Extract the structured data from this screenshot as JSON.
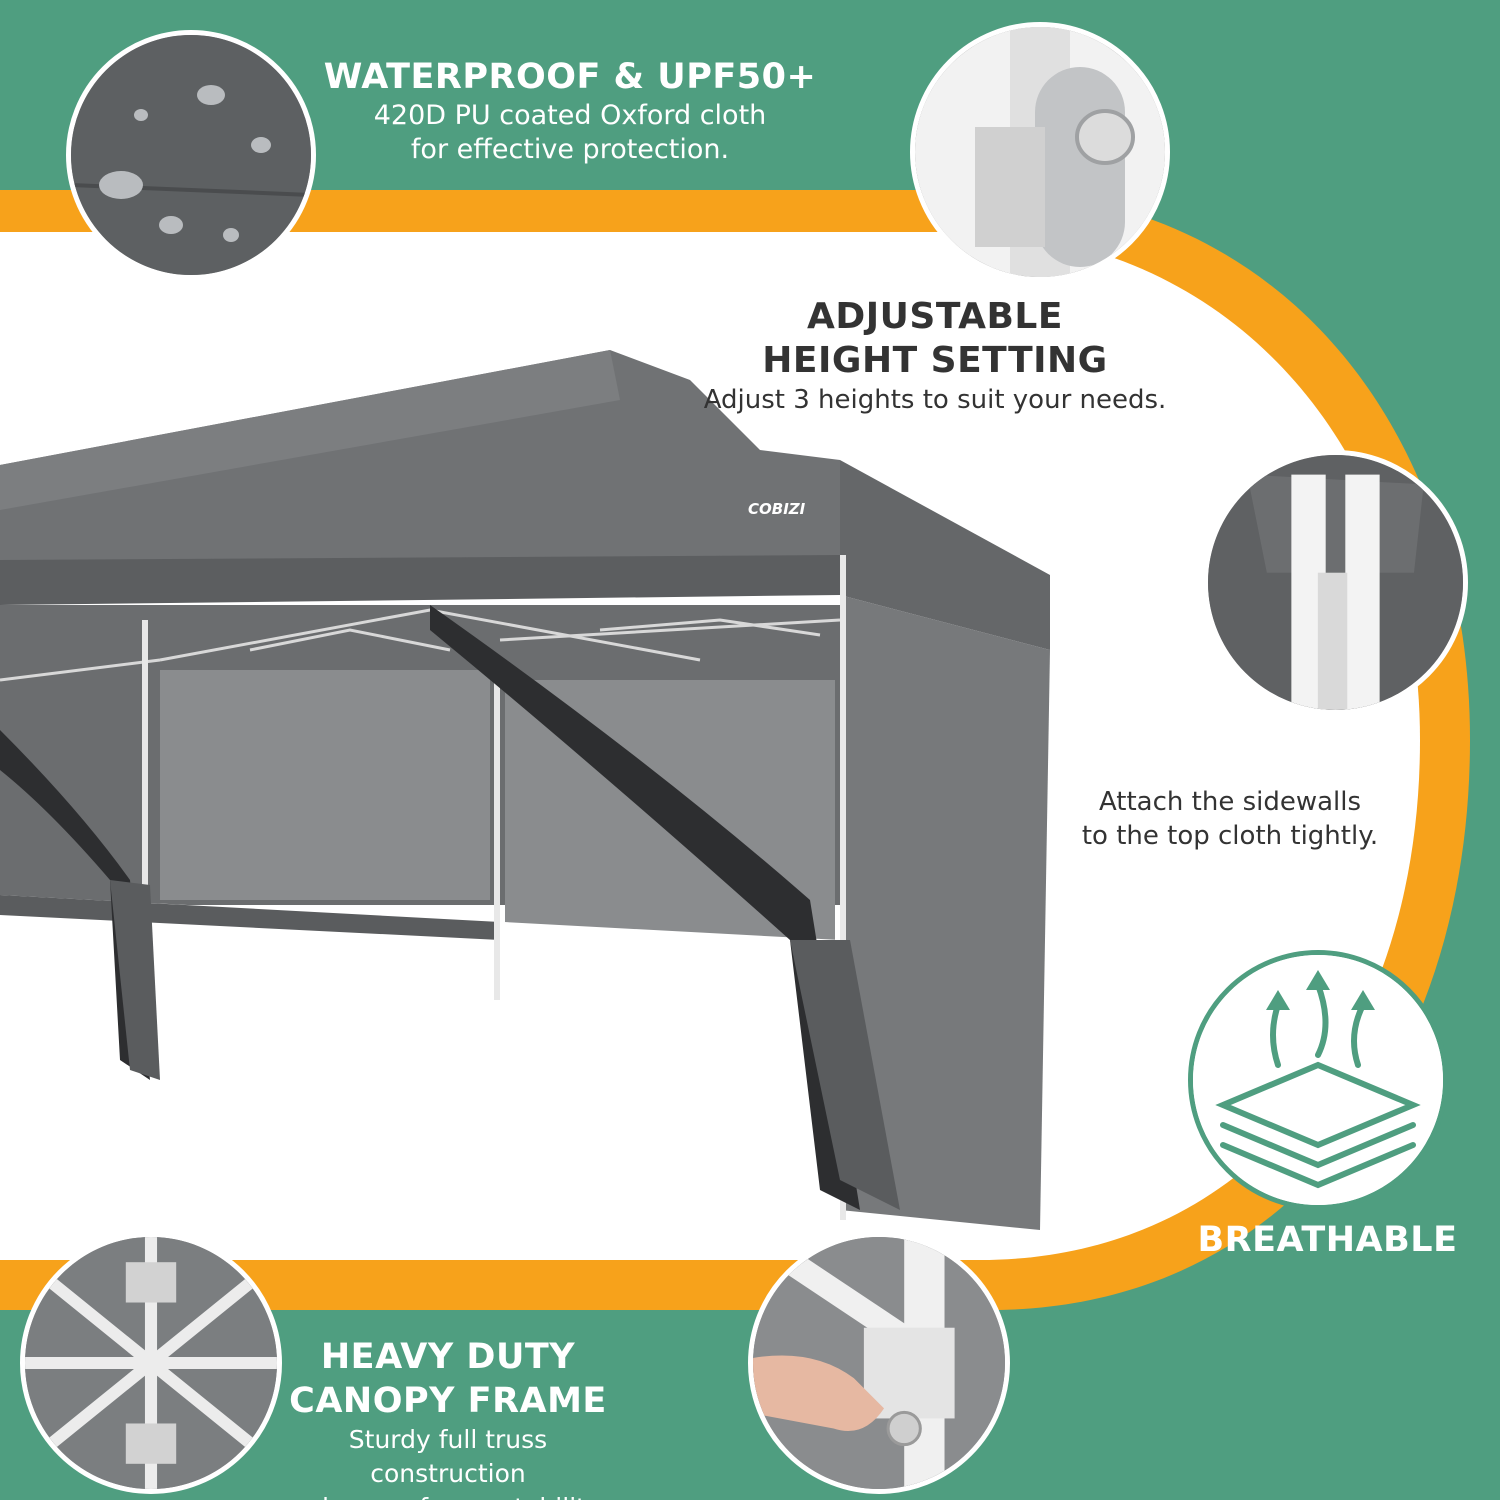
{
  "brand": {
    "logo_text": "COBIZI"
  },
  "colors": {
    "green": "#4f9e80",
    "orange": "#f7a21b",
    "white": "#ffffff",
    "canopy_gray": "#6c6e70",
    "text_dark": "#333333"
  },
  "features": {
    "waterproof": {
      "title": "WATERPROOF & UPF50+",
      "line1": "420D PU coated Oxford cloth",
      "line2": "for effective protection."
    },
    "height": {
      "title_line1": "ADJUSTABLE",
      "title_line2": "HEIGHT SETTING",
      "desc": "Adjust 3 heights to suit your needs."
    },
    "sidewalls": {
      "line1": "Attach the sidewalls",
      "line2": "to the top cloth tightly."
    },
    "breathable": {
      "title": "BREATHABLE"
    },
    "frame": {
      "title_line1": "HEAVY DUTY",
      "title_line2": "CANOPY FRAME",
      "line1": "Sturdy full truss construction",
      "line2": "enhances frame stability."
    }
  },
  "icons": [
    "water-droplets-icon",
    "height-lock-icon",
    "velcro-strap-icon",
    "breathable-layers-icon",
    "truss-frame-icon",
    "push-button-icon"
  ]
}
